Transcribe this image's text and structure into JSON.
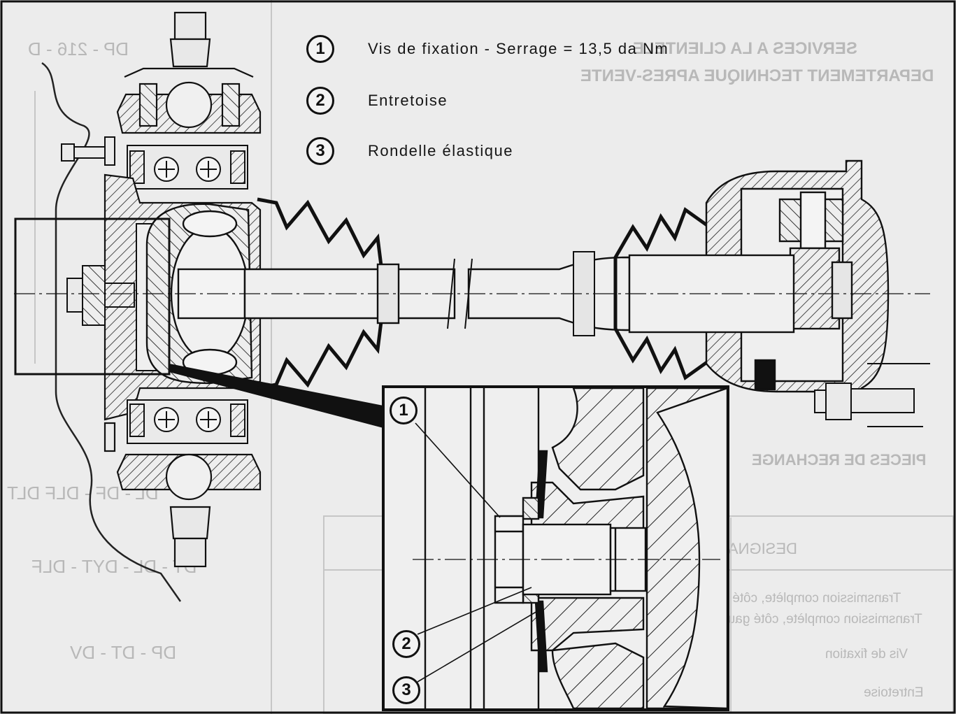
{
  "legend": {
    "items": [
      {
        "num": "1",
        "label": "Vis de fixation - Serrage = 13,5 da Nm"
      },
      {
        "num": "2",
        "label": "Entretoise"
      },
      {
        "num": "3",
        "label": "Rondelle élastique"
      }
    ]
  },
  "detail": {
    "callouts": [
      "1",
      "2",
      "3"
    ]
  },
  "bleed_through": {
    "heading_1": "SERVICES A LA CLIENTELE",
    "heading_2": "DEPARTEMENT TECHNIQUE APRES-VENTE",
    "models_1": "DP - 216 - D",
    "models_2": "DL - DF - DLF DLT",
    "models_3": "DT - DL - DYT - DLF",
    "models_4": "DP - DT - DV",
    "section": "PIECES DE RECHANGE",
    "table_header": "DESIGNATION",
    "row_1": "Transmission complète, côté droit",
    "row_2": "Transmission complète, côté gauche",
    "row_3": "Vis de fixation",
    "row_4": "Entretoise"
  },
  "colors": {
    "ink": "#111111",
    "paper": "#ececec",
    "bleed": "#b8b8b8"
  }
}
